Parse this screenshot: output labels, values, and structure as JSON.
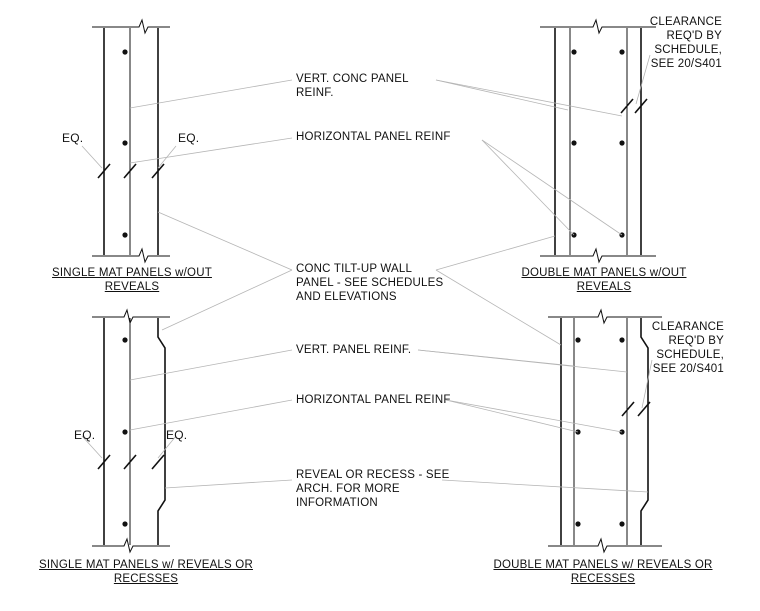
{
  "labels": {
    "eq": "EQ.",
    "vert_conc_panel_reinf": "VERT. CONC PANEL\nREINF.",
    "horizontal_panel_reinf": "HORIZONTAL PANEL REINF",
    "conc_tilt_up": "CONC TILT-UP WALL\nPANEL - SEE SCHEDULES\nAND ELEVATIONS",
    "vert_panel_reinf": "VERT. PANEL REINF.",
    "reveal_or_recess": "REVEAL OR RECESS - SEE\nARCH. FOR MORE\nINFORMATION",
    "clearance": "CLEARANCE\nREQ'D BY\nSCHEDULE,\nSEE 20/S401"
  },
  "captions": {
    "single_out": "SINGLE MAT PANELS w/OUT REVEALS",
    "double_out": "DOUBLE MAT PANELS w/OUT REVEALS",
    "single_with": "SINGLE MAT PANELS w/ REVEALS OR\nRECESSES",
    "double_with": "DOUBLE MAT PANELS w/ REVEALS OR\nRECESSES"
  },
  "colors": {
    "line": "#111111",
    "leader": "#b5b5b5",
    "background": "#ffffff"
  }
}
